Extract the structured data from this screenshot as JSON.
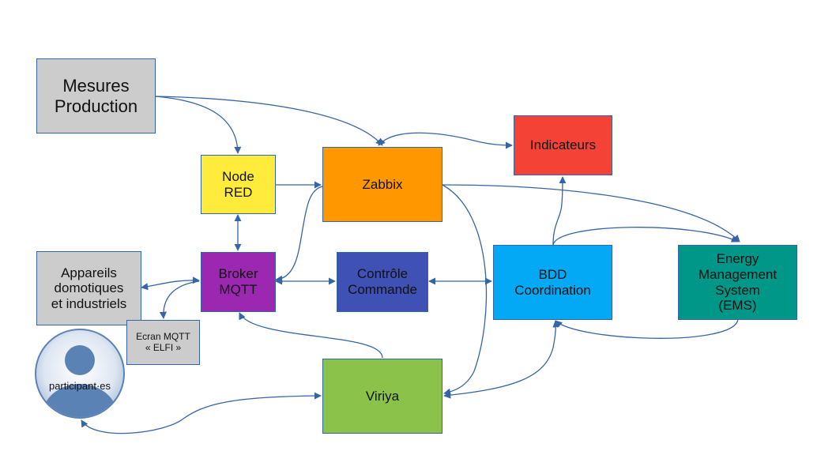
{
  "nodes": {
    "mesures": {
      "lines": [
        "Mesures",
        "Production"
      ],
      "color": "#cccccc"
    },
    "node_red": {
      "lines": [
        "Node",
        "RED"
      ],
      "color": "#ffeb3b"
    },
    "zabbix": {
      "lines": [
        "Zabbix"
      ],
      "color": "#ff9800"
    },
    "indicateurs": {
      "lines": [
        "Indicateurs"
      ],
      "color": "#f44336"
    },
    "appareils": {
      "lines": [
        "Appareils",
        "domotiques",
        "et industriels"
      ],
      "color": "#cccccc"
    },
    "broker": {
      "lines": [
        "Broker",
        "MQTT"
      ],
      "color": "#9c27b0"
    },
    "controle": {
      "lines": [
        "Contrôle",
        "Commande"
      ],
      "color": "#3f51b5"
    },
    "bdd": {
      "lines": [
        "BDD",
        "Coordination"
      ],
      "color": "#03a9f4"
    },
    "ems": {
      "lines": [
        "Energy",
        "Management",
        "System",
        "(EMS)"
      ],
      "color": "#009688"
    },
    "ecran": {
      "lines": [
        "Ecran MQTT",
        "« ELFI »"
      ],
      "color": "#cccccc"
    },
    "viriya": {
      "lines": [
        "Viriya"
      ],
      "color": "#8bc34a"
    }
  },
  "participant": {
    "label": "participant·es"
  },
  "colors": {
    "arrow": "#3465a4",
    "border": "#3465a4",
    "person": "#5b82b5"
  }
}
